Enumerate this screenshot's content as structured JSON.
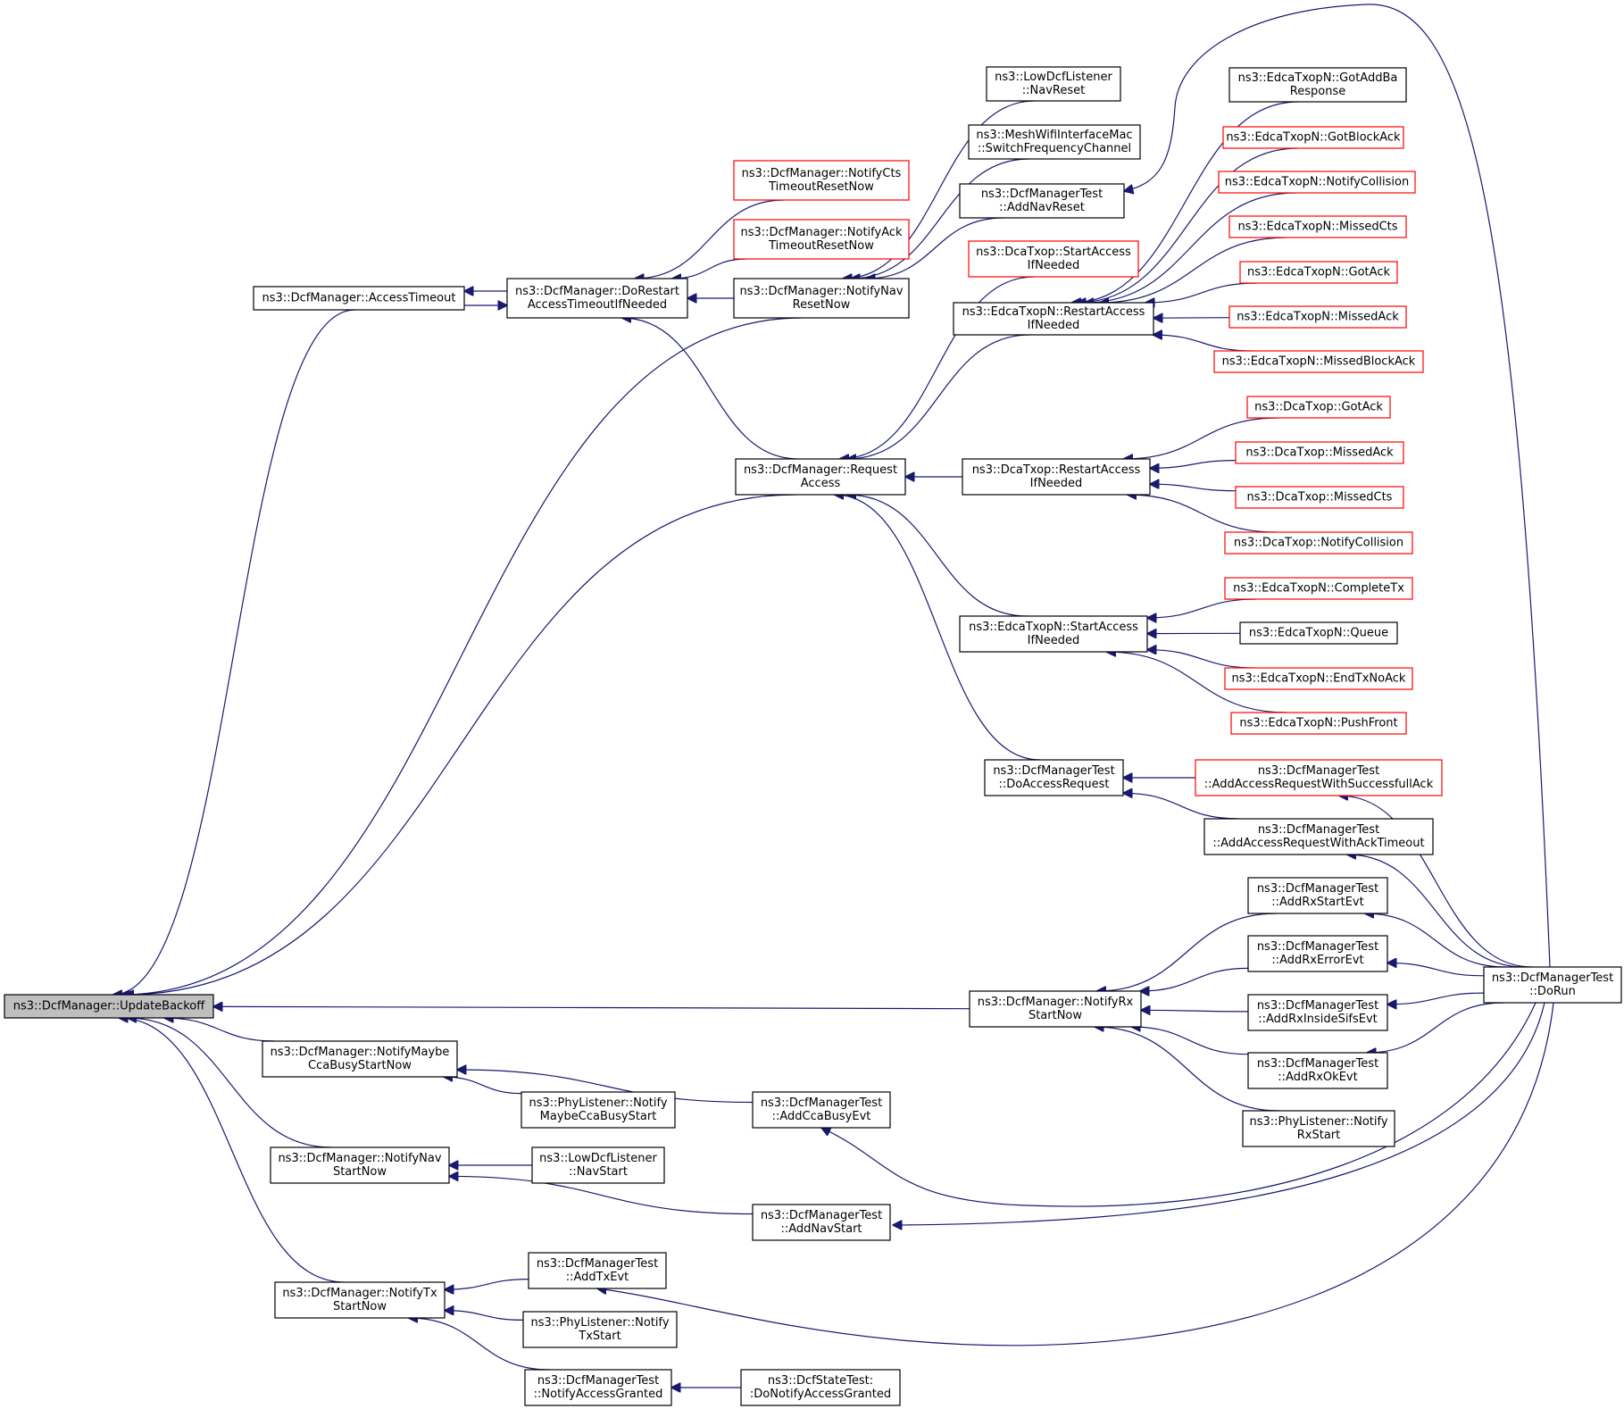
{
  "graph": {
    "nodes": [
      {
        "id": "update_backoff",
        "lines": [
          "ns3::DcfManager::UpdateBackoff"
        ],
        "style": "root"
      },
      {
        "id": "access_timeout",
        "lines": [
          "ns3::DcfManager::AccessTimeout"
        ],
        "style": "black"
      },
      {
        "id": "do_restart",
        "lines": [
          "ns3::DcfManager::DoRestart",
          "AccessTimeoutIfNeeded"
        ],
        "style": "black"
      },
      {
        "id": "notify_cts_reset",
        "lines": [
          "ns3::DcfManager::NotifyCts",
          "TimeoutResetNow"
        ],
        "style": "red"
      },
      {
        "id": "notify_ack_reset",
        "lines": [
          "ns3::DcfManager::NotifyAck",
          "TimeoutResetNow"
        ],
        "style": "red"
      },
      {
        "id": "notify_nav_reset",
        "lines": [
          "ns3::DcfManager::NotifyNav",
          "ResetNow"
        ],
        "style": "black"
      },
      {
        "id": "low_dcf_navreset",
        "lines": [
          "ns3::LowDcfListener",
          "::NavReset"
        ],
        "style": "black"
      },
      {
        "id": "mesh_switch",
        "lines": [
          "ns3::MeshWifiInterfaceMac",
          "::SwitchFrequencyChannel"
        ],
        "style": "black"
      },
      {
        "id": "test_add_navreset",
        "lines": [
          "ns3::DcfManagerTest",
          "::AddNavReset"
        ],
        "style": "black"
      },
      {
        "id": "dca_start_access",
        "lines": [
          "ns3::DcaTxop::StartAccess",
          "IfNeeded"
        ],
        "style": "red"
      },
      {
        "id": "edca_restart_access",
        "lines": [
          "ns3::EdcaTxopN::RestartAccess",
          "IfNeeded"
        ],
        "style": "black"
      },
      {
        "id": "request_access",
        "lines": [
          "ns3::DcfManager::Request",
          "Access"
        ],
        "style": "black"
      },
      {
        "id": "dca_restart_access",
        "lines": [
          "ns3::DcaTxop::RestartAccess",
          "IfNeeded"
        ],
        "style": "black"
      },
      {
        "id": "edca_start_access",
        "lines": [
          "ns3::EdcaTxopN::StartAccess",
          "IfNeeded"
        ],
        "style": "black"
      },
      {
        "id": "test_do_access_request",
        "lines": [
          "ns3::DcfManagerTest",
          "::DoAccessRequest"
        ],
        "style": "black"
      },
      {
        "id": "edca_got_addba",
        "lines": [
          "ns3::EdcaTxopN::GotAddBa",
          "Response"
        ],
        "style": "black"
      },
      {
        "id": "edca_got_blockack",
        "lines": [
          "ns3::EdcaTxopN::GotBlockAck"
        ],
        "style": "red"
      },
      {
        "id": "edca_notify_collision",
        "lines": [
          "ns3::EdcaTxopN::NotifyCollision"
        ],
        "style": "red"
      },
      {
        "id": "edca_missed_cts",
        "lines": [
          "ns3::EdcaTxopN::MissedCts"
        ],
        "style": "red"
      },
      {
        "id": "edca_got_ack",
        "lines": [
          "ns3::EdcaTxopN::GotAck"
        ],
        "style": "red"
      },
      {
        "id": "edca_missed_ack",
        "lines": [
          "ns3::EdcaTxopN::MissedAck"
        ],
        "style": "red"
      },
      {
        "id": "edca_missed_blockack",
        "lines": [
          "ns3::EdcaTxopN::MissedBlockAck"
        ],
        "style": "red"
      },
      {
        "id": "dca_got_ack",
        "lines": [
          "ns3::DcaTxop::GotAck"
        ],
        "style": "red"
      },
      {
        "id": "dca_missed_ack",
        "lines": [
          "ns3::DcaTxop::MissedAck"
        ],
        "style": "red"
      },
      {
        "id": "dca_missed_cts",
        "lines": [
          "ns3::DcaTxop::MissedCts"
        ],
        "style": "red"
      },
      {
        "id": "dca_notify_collision",
        "lines": [
          "ns3::DcaTxop::NotifyCollision"
        ],
        "style": "red"
      },
      {
        "id": "edca_complete_tx",
        "lines": [
          "ns3::EdcaTxopN::CompleteTx"
        ],
        "style": "red"
      },
      {
        "id": "edca_queue",
        "lines": [
          "ns3::EdcaTxopN::Queue"
        ],
        "style": "black"
      },
      {
        "id": "edca_end_tx_noack",
        "lines": [
          "ns3::EdcaTxopN::EndTxNoAck"
        ],
        "style": "red"
      },
      {
        "id": "edca_push_front",
        "lines": [
          "ns3::EdcaTxopN::PushFront"
        ],
        "style": "red"
      },
      {
        "id": "test_add_req_success",
        "lines": [
          "ns3::DcfManagerTest",
          "::AddAccessRequestWithSuccessfullAck"
        ],
        "style": "red"
      },
      {
        "id": "test_add_req_timeout",
        "lines": [
          "ns3::DcfManagerTest",
          "::AddAccessRequestWithAckTimeout"
        ],
        "style": "black"
      },
      {
        "id": "test_add_rx_start",
        "lines": [
          "ns3::DcfManagerTest",
          "::AddRxStartEvt"
        ],
        "style": "black"
      },
      {
        "id": "test_add_rx_error",
        "lines": [
          "ns3::DcfManagerTest",
          "::AddRxErrorEvt"
        ],
        "style": "black"
      },
      {
        "id": "test_add_rx_inside_sifs",
        "lines": [
          "ns3::DcfManagerTest",
          "::AddRxInsideSifsEvt"
        ],
        "style": "black"
      },
      {
        "id": "test_add_rx_ok",
        "lines": [
          "ns3::DcfManagerTest",
          "::AddRxOkEvt"
        ],
        "style": "black"
      },
      {
        "id": "phy_notify_rx_start",
        "lines": [
          "ns3::PhyListener::Notify",
          "RxStart"
        ],
        "style": "black"
      },
      {
        "id": "notify_rx_start_now",
        "lines": [
          "ns3::DcfManager::NotifyRx",
          "StartNow"
        ],
        "style": "black"
      },
      {
        "id": "test_do_run",
        "lines": [
          "ns3::DcfManagerTest",
          "::DoRun"
        ],
        "style": "black"
      },
      {
        "id": "notify_maybe_cca",
        "lines": [
          "ns3::DcfManager::NotifyMaybe",
          "CcaBusyStartNow"
        ],
        "style": "black"
      },
      {
        "id": "phy_notify_maybe_cca",
        "lines": [
          "ns3::PhyListener::Notify",
          "MaybeCcaBusyStart"
        ],
        "style": "black"
      },
      {
        "id": "test_add_cca_busy",
        "lines": [
          "ns3::DcfManagerTest",
          "::AddCcaBusyEvt"
        ],
        "style": "black"
      },
      {
        "id": "notify_nav_start",
        "lines": [
          "ns3::DcfManager::NotifyNav",
          "StartNow"
        ],
        "style": "black"
      },
      {
        "id": "low_dcf_navstart",
        "lines": [
          "ns3::LowDcfListener",
          "::NavStart"
        ],
        "style": "black"
      },
      {
        "id": "test_add_navstart",
        "lines": [
          "ns3::DcfManagerTest",
          "::AddNavStart"
        ],
        "style": "black"
      },
      {
        "id": "notify_tx_start",
        "lines": [
          "ns3::DcfManager::NotifyTx",
          "StartNow"
        ],
        "style": "black"
      },
      {
        "id": "test_add_tx",
        "lines": [
          "ns3::DcfManagerTest",
          "::AddTxEvt"
        ],
        "style": "black"
      },
      {
        "id": "phy_notify_tx_start",
        "lines": [
          "ns3::PhyListener::Notify",
          "TxStart"
        ],
        "style": "black"
      },
      {
        "id": "test_notify_access_granted",
        "lines": [
          "ns3::DcfManagerTest",
          "::NotifyAccessGranted"
        ],
        "style": "black"
      },
      {
        "id": "dcf_state_do_notify",
        "lines": [
          "ns3::DcfStateTest:",
          ":DoNotifyAccessGranted"
        ],
        "style": "black"
      }
    ],
    "edges": [
      {
        "from": "access_timeout",
        "to": "update_backoff"
      },
      {
        "from": "do_restart",
        "to": "access_timeout"
      },
      {
        "from": "access_timeout",
        "to": "do_restart"
      },
      {
        "from": "notify_cts_reset",
        "to": "do_restart"
      },
      {
        "from": "notify_ack_reset",
        "to": "do_restart"
      },
      {
        "from": "notify_nav_reset",
        "to": "do_restart"
      },
      {
        "from": "request_access",
        "to": "do_restart"
      },
      {
        "from": "notify_nav_reset",
        "to": "update_backoff"
      },
      {
        "from": "request_access",
        "to": "update_backoff"
      },
      {
        "from": "low_dcf_navreset",
        "to": "notify_nav_reset"
      },
      {
        "from": "mesh_switch",
        "to": "notify_nav_reset"
      },
      {
        "from": "test_add_navreset",
        "to": "notify_nav_reset"
      },
      {
        "from": "test_do_run",
        "to": "test_add_navreset"
      },
      {
        "from": "dca_start_access",
        "to": "request_access"
      },
      {
        "from": "edca_restart_access",
        "to": "request_access"
      },
      {
        "from": "dca_restart_access",
        "to": "request_access"
      },
      {
        "from": "edca_start_access",
        "to": "request_access"
      },
      {
        "from": "test_do_access_request",
        "to": "request_access"
      },
      {
        "from": "edca_got_addba",
        "to": "edca_restart_access"
      },
      {
        "from": "edca_got_blockack",
        "to": "edca_restart_access"
      },
      {
        "from": "edca_notify_collision",
        "to": "edca_restart_access"
      },
      {
        "from": "edca_missed_cts",
        "to": "edca_restart_access"
      },
      {
        "from": "edca_got_ack",
        "to": "edca_restart_access"
      },
      {
        "from": "edca_missed_ack",
        "to": "edca_restart_access"
      },
      {
        "from": "edca_missed_blockack",
        "to": "edca_restart_access"
      },
      {
        "from": "dca_got_ack",
        "to": "dca_restart_access"
      },
      {
        "from": "dca_missed_ack",
        "to": "dca_restart_access"
      },
      {
        "from": "dca_missed_cts",
        "to": "dca_restart_access"
      },
      {
        "from": "dca_notify_collision",
        "to": "dca_restart_access"
      },
      {
        "from": "edca_complete_tx",
        "to": "edca_start_access"
      },
      {
        "from": "edca_queue",
        "to": "edca_start_access"
      },
      {
        "from": "edca_end_tx_noack",
        "to": "edca_start_access"
      },
      {
        "from": "edca_push_front",
        "to": "edca_start_access"
      },
      {
        "from": "test_add_req_success",
        "to": "test_do_access_request"
      },
      {
        "from": "test_add_req_timeout",
        "to": "test_do_access_request"
      },
      {
        "from": "test_do_run",
        "to": "test_add_req_success"
      },
      {
        "from": "test_do_run",
        "to": "test_add_req_timeout"
      },
      {
        "from": "notify_rx_start_now",
        "to": "update_backoff"
      },
      {
        "from": "test_add_rx_start",
        "to": "notify_rx_start_now"
      },
      {
        "from": "test_add_rx_error",
        "to": "notify_rx_start_now"
      },
      {
        "from": "test_add_rx_inside_sifs",
        "to": "notify_rx_start_now"
      },
      {
        "from": "test_add_rx_ok",
        "to": "notify_rx_start_now"
      },
      {
        "from": "phy_notify_rx_start",
        "to": "notify_rx_start_now"
      },
      {
        "from": "test_do_run",
        "to": "test_add_rx_start"
      },
      {
        "from": "test_do_run",
        "to": "test_add_rx_error"
      },
      {
        "from": "test_do_run",
        "to": "test_add_rx_inside_sifs"
      },
      {
        "from": "test_do_run",
        "to": "test_add_rx_ok"
      },
      {
        "from": "notify_maybe_cca",
        "to": "update_backoff"
      },
      {
        "from": "phy_notify_maybe_cca",
        "to": "notify_maybe_cca"
      },
      {
        "from": "test_add_cca_busy",
        "to": "notify_maybe_cca"
      },
      {
        "from": "test_do_run",
        "to": "test_add_cca_busy"
      },
      {
        "from": "notify_nav_start",
        "to": "update_backoff"
      },
      {
        "from": "low_dcf_navstart",
        "to": "notify_nav_start"
      },
      {
        "from": "test_add_navstart",
        "to": "notify_nav_start"
      },
      {
        "from": "test_do_run",
        "to": "test_add_navstart"
      },
      {
        "from": "notify_tx_start",
        "to": "update_backoff"
      },
      {
        "from": "test_add_tx",
        "to": "notify_tx_start"
      },
      {
        "from": "phy_notify_tx_start",
        "to": "notify_tx_start"
      },
      {
        "from": "test_notify_access_granted",
        "to": "notify_tx_start"
      },
      {
        "from": "dcf_state_do_notify",
        "to": "test_notify_access_granted"
      },
      {
        "from": "test_do_run",
        "to": "test_add_tx"
      }
    ]
  }
}
